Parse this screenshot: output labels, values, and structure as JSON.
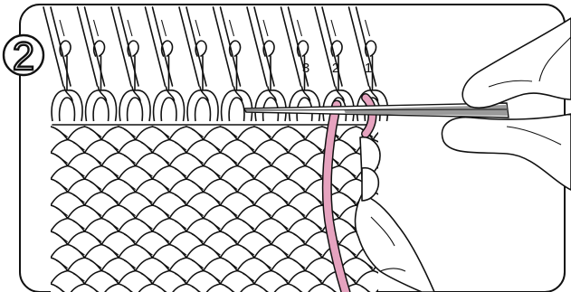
{
  "step": {
    "number": "2"
  },
  "needle_labels": [
    "3",
    "2",
    "1"
  ],
  "colors": {
    "ink": "#111111",
    "paper": "#ffffff",
    "yarn_pink": "#e6a3bf",
    "tool_grey": "#9a9a9a",
    "skin": "#ffffff"
  },
  "icons": {
    "needle_rows": "latch-needle-icon",
    "tool": "transfer-tool-icon",
    "hands": "hand-icon",
    "yarn": "yarn-strand-icon"
  }
}
